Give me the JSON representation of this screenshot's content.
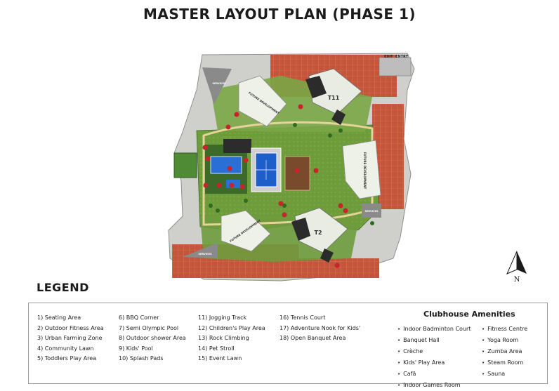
{
  "title": "MASTER LAYOUT PLAN (PHASE 1)",
  "plan": {
    "exit_label": "EXIT",
    "entry_label": "ENTRY",
    "tower_labels": [
      "T11",
      "T2"
    ],
    "future_labels": [
      "FUTURE DEVELOPMENT",
      "FUTURE DEVELOPMENT",
      "FUTURE DEVELOPMENT"
    ],
    "services_labels": [
      "SERVICES",
      "SERVICES",
      "SERVICES"
    ],
    "north_label": "N"
  },
  "legend": {
    "title": "LEGEND",
    "columns": [
      [
        "1) Seating Area",
        "2) Outdoor Fitness Area",
        "3) Urban Farming Zone",
        "4) Community Lawn",
        "5) Toddlers Play Area"
      ],
      [
        "6) BBQ Corner",
        "7) Semi Olympic Pool",
        "8) Outdoor shower Area",
        "9) Kids' Pool",
        "10) Splash Pads"
      ],
      [
        "11) Jogging Track",
        "12) Children's Play Area",
        "13) Rock Climbing",
        "14) Pet Stroll",
        "15) Event Lawn"
      ],
      [
        "16) Tennis Court",
        "17) Adventure Nook for Kids'",
        "18) Open Banquet Area"
      ]
    ]
  },
  "clubhouse": {
    "title": "Clubhouse Amenities",
    "col1": [
      "Indoor Badminton Court",
      "Banquet Hall",
      "Crèche",
      "Kids' Play Area",
      "Cafā",
      "Indoor Games Room"
    ],
    "col2": [
      "Fitness Centre",
      "Yoga Room",
      "Zumba Area",
      "Steam Room",
      "Sauna"
    ]
  },
  "colors": {
    "paving": "#c8563a",
    "lawn": "#6f9e3c",
    "dark_green": "#2f5a24",
    "road": "#c9c9c9",
    "pool": "#2a6fd6",
    "court": "#1d5ec9",
    "building": "#e8ece2"
  }
}
